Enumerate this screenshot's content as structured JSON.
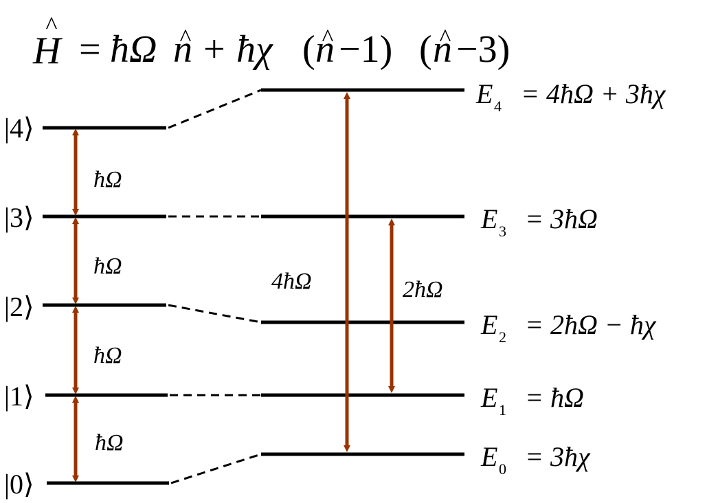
{
  "title": {
    "lhs_symbol": "H",
    "hat": "^",
    "equals": "=",
    "term1": "ħΩ",
    "term1_n": "n",
    "plus": "+",
    "term2": "ħχ",
    "paren_open_1": "(",
    "paren_n_1": "n",
    "minus_one": "−1)",
    "paren_open_2": "(",
    "paren_n_2": "n",
    "minus_three": "−3)"
  },
  "left_levels": [
    {
      "ket": "|4⟩"
    },
    {
      "ket": "|3⟩"
    },
    {
      "ket": "|2⟩"
    },
    {
      "ket": "|1⟩"
    },
    {
      "ket": "|0⟩"
    }
  ],
  "left_spacings": [
    "ħΩ",
    "ħΩ",
    "ħΩ",
    "ħΩ"
  ],
  "right_levels": [
    {
      "symbol": "E",
      "sub": "4",
      "rhs": "= 4ħΩ + 3ħχ"
    },
    {
      "symbol": "E",
      "sub": "3",
      "rhs": "= 3ħΩ"
    },
    {
      "symbol": "E",
      "sub": "2",
      "rhs": "= 2ħΩ − ħχ"
    },
    {
      "symbol": "E",
      "sub": "1",
      "rhs": "= ħΩ"
    },
    {
      "symbol": "E",
      "sub": "0",
      "rhs": "= 3ħχ"
    }
  ],
  "transitions": [
    {
      "label": "4ħΩ"
    },
    {
      "label": "2ħΩ"
    }
  ],
  "colors": {
    "level_line": "#000000",
    "arrow": "#993300",
    "text": "#000000"
  }
}
